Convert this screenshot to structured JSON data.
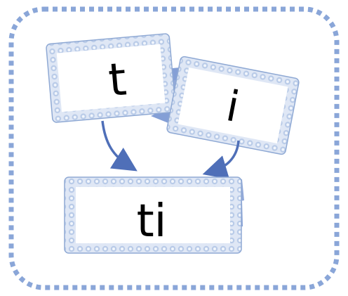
{
  "cards": {
    "first": "t",
    "second": "i",
    "result": "ti"
  },
  "colors": {
    "dotted_border": "#8aa6d8",
    "lace_frame": "#b9cbe8",
    "lace_dark": "#8fa9d4",
    "arrow": "#4f6fb8",
    "ribbon": "#6f8fcf",
    "card_fill": "#ffffff"
  },
  "icons": [
    "lace-frame-icon",
    "curved-arrow-icon",
    "ribbon-icon"
  ]
}
